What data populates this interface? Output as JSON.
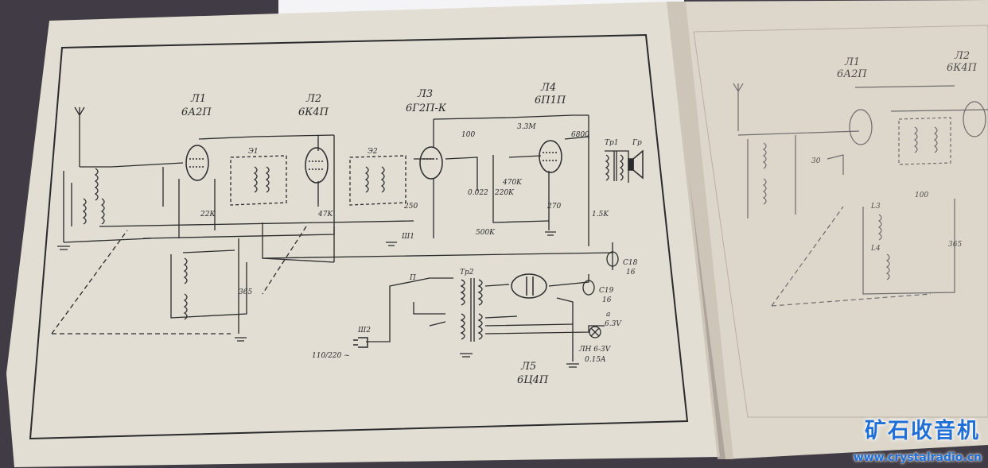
{
  "left_page": {
    "tubes": [
      {
        "id": "L1",
        "ref": "Л1",
        "type": "6А2П"
      },
      {
        "id": "L2",
        "ref": "Л2",
        "type": "6К4П"
      },
      {
        "id": "L3",
        "ref": "Л3",
        "type": "6Г2П-К"
      },
      {
        "id": "L4",
        "ref": "Л4",
        "type": "6П1П"
      },
      {
        "id": "L5",
        "ref": "Л5",
        "type": "6Ц4П"
      }
    ],
    "labels": {
      "c2_value": "365",
      "tr_output": "Тр1",
      "speaker": "Гр",
      "tr_power": "Тр2",
      "if1": "Э1",
      "if2": "Э2",
      "sw": "П",
      "mains_plug": "Ш2",
      "mains_voltage": "110/220 ~",
      "pickup_jack": "Ш1",
      "filament_out_label": "а",
      "filament_out_value": "6.3V",
      "lamp_type": "ЛН 6-3V",
      "lamp_current": "0.15A",
      "r_47k": "47K",
      "r_22k": "22К",
      "r_500k": "500K",
      "c_100": "100",
      "c_6800": "6800",
      "c_250": "250",
      "c_0022": "0.022",
      "c_220k": "220K",
      "c18": "C18",
      "c18_val": "16",
      "c19": "C19",
      "c19_val": "16",
      "r_33m": "3.3M",
      "r_470k": "470K",
      "r_270": "270",
      "r_15k": "1.5K"
    }
  },
  "right_page": {
    "tubes": [
      {
        "id": "L1",
        "ref": "Л1",
        "type": "6А2П"
      },
      {
        "id": "L2",
        "ref": "Л2",
        "type": "6К4П"
      }
    ],
    "labels": {
      "c_30": "30",
      "c2_value": "365",
      "l3": "L3",
      "l4": "L4",
      "c_100": "100"
    }
  },
  "watermark": {
    "title": "矿石收音机",
    "url": "www.crystalradio.cn",
    "color": "#1f6fd6"
  },
  "colors": {
    "paper": "#e4dfd4",
    "ink": "#2b2a2c",
    "background": "#3d3a40"
  }
}
